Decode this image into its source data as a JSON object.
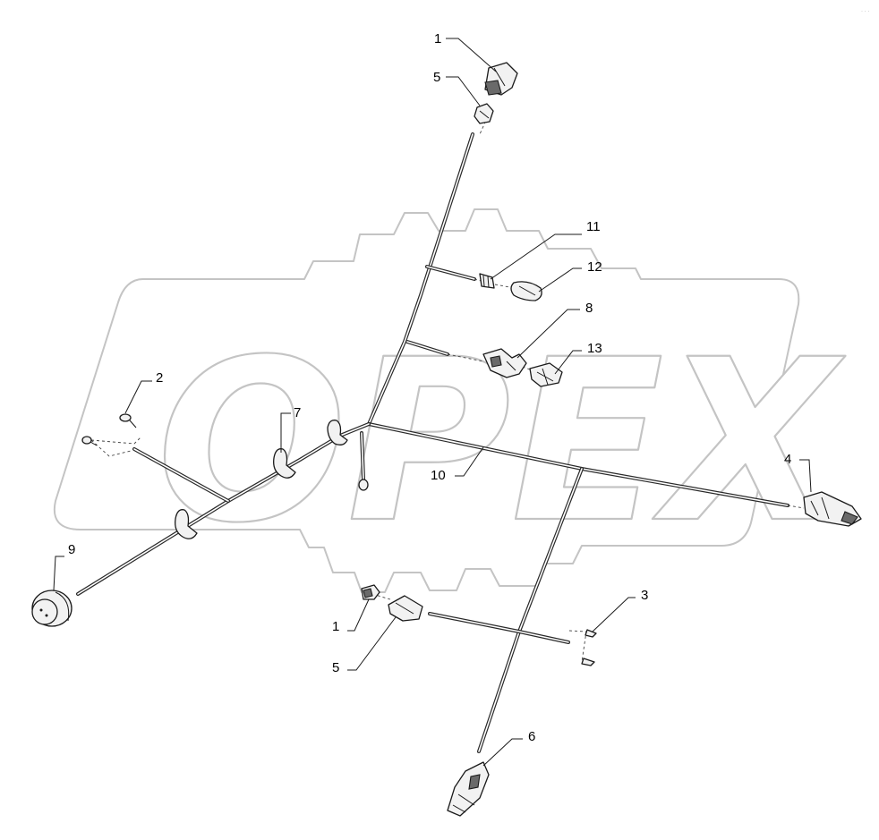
{
  "watermark": {
    "text": "OPEX"
  },
  "corner_mark": "· · ·",
  "callouts": {
    "c1_top": "1",
    "c5_top": "5",
    "c11": "11",
    "c12": "12",
    "c8": "8",
    "c13": "13",
    "c2": "2",
    "c7": "7",
    "c10": "10",
    "c4": "4",
    "c9": "9",
    "c1_bottom": "1",
    "c5_bottom": "5",
    "c3": "3",
    "c6": "6"
  },
  "colors": {
    "line": "#1a1a1a",
    "watermark_outline": "#c4c4c4"
  }
}
